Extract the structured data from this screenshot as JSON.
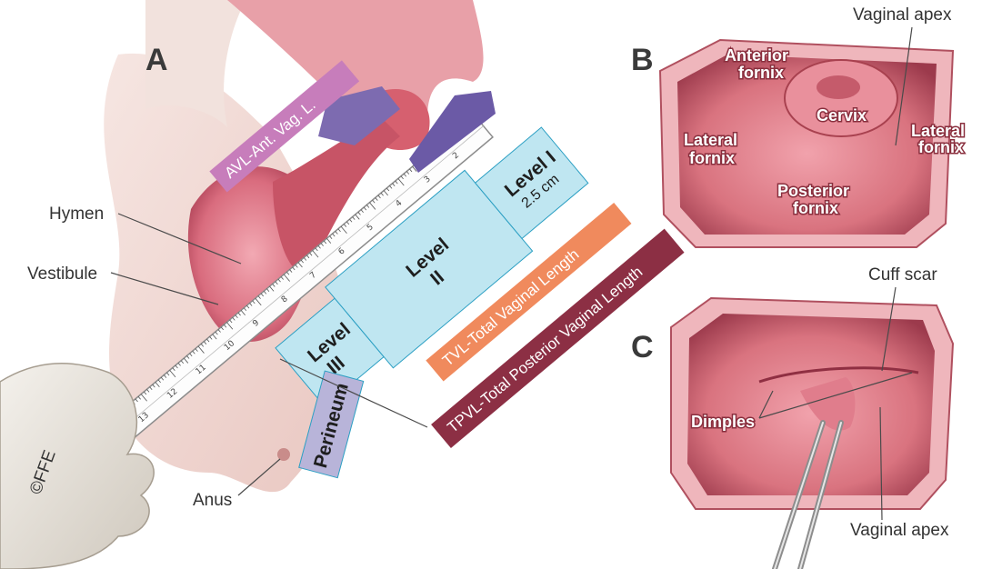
{
  "panels": {
    "a": "A",
    "b": "B",
    "c": "C"
  },
  "panel_a": {
    "hymen": "Hymen",
    "vestibule": "Vestibule",
    "anus": "Anus",
    "avl": "AVL-Ant. Vag. L.",
    "level_i": "Level I",
    "level_i_len": "2.5 cm",
    "level_ii_a": "Level",
    "level_ii_b": "II",
    "level_iii_a": "Level",
    "level_iii_b": "III",
    "perineum": "Perineum",
    "tvl": "TVL-Total Vaginal Length",
    "tpvl": "TPVL-Total Posterior Vaginal Length",
    "copyright": "©FFE",
    "ruler_numbers": [
      "2",
      "3",
      "4",
      "5",
      "6",
      "7",
      "8",
      "9",
      "10",
      "11",
      "12",
      "13"
    ]
  },
  "panel_b": {
    "vaginal_apex": "Vaginal apex",
    "anterior_1": "Anterior",
    "anterior_2": "fornix",
    "cervix": "Cervix",
    "lateral_l1": "Lateral",
    "lateral_l2": "fornix",
    "lateral_r1": "Lateral",
    "lateral_r2": "fornix",
    "posterior_1": "Posterior",
    "posterior_2": "fornix"
  },
  "panel_c": {
    "cuff_scar": "Cuff scar",
    "dimples": "Dimples",
    "vaginal_apex": "Vaginal apex"
  },
  "colors": {
    "tissue": "#e58a97",
    "tissue_dark": "#b9485c",
    "skin": "#f3ddd8",
    "level_band": "#bfe6f1",
    "tvl_band": "#f08a5d",
    "tpvl_band": "#8c2f44",
    "avl_band": "#c77dbb",
    "perineum_band": "#b8b4d9",
    "ruler": "#ffffff"
  }
}
